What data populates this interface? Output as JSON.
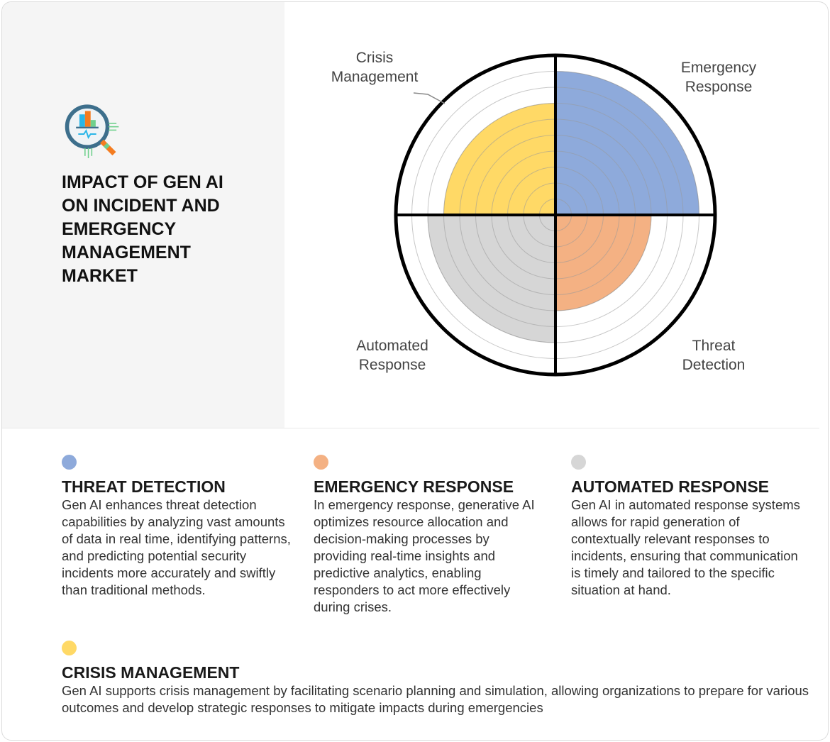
{
  "title": "IMPACT OF GEN AI ON INCIDENT AND EMERGENCY MANAGEMENT MARKET",
  "icon": "magnifier-chart-icon",
  "chart_data": {
    "type": "polar-area",
    "rmax": 10,
    "rings": 10,
    "grid": true,
    "segments": [
      {
        "label": "Emergency Response",
        "value": 9,
        "color": "#8eaadb",
        "quadrant": "top-right"
      },
      {
        "label": "Threat Detection",
        "value": 6,
        "color": "#f4b183",
        "quadrant": "bottom-right"
      },
      {
        "label": "Automated Response",
        "value": 8,
        "color": "#d6d6d6",
        "quadrant": "bottom-left"
      },
      {
        "label": "Crisis Management",
        "value": 7,
        "color": "#ffd966",
        "quadrant": "top-left"
      }
    ]
  },
  "labels": {
    "crisis": [
      "Crisis",
      "Management"
    ],
    "emergency": [
      "Emergency",
      "Response"
    ],
    "automated": [
      "Automated",
      "Response"
    ],
    "threat": [
      "Threat",
      "Detection"
    ]
  },
  "cards": [
    {
      "heading": "THREAT DETECTION",
      "color": "#8eaadb",
      "text": "Gen AI enhances threat detection capabilities by analyzing vast amounts of data in real time, identifying patterns, and predicting potential security incidents more accurately and swiftly than traditional methods."
    },
    {
      "heading": "EMERGENCY RESPONSE",
      "color": "#f4b183",
      "text": "In emergency response, generative AI optimizes resource allocation and decision-making processes by providing real-time insights and predictive analytics, enabling responders to act more effectively during crises."
    },
    {
      "heading": "AUTOMATED RESPONSE",
      "color": "#d6d6d6",
      "text": "Gen AI in automated response systems allows for rapid generation of contextually relevant responses to incidents, ensuring that communication is timely and tailored to the specific situation at hand."
    },
    {
      "heading": "CRISIS MANAGEMENT",
      "color": "#ffd966",
      "text": "Gen AI supports crisis management by facilitating scenario planning and simulation, allowing organizations to prepare for various outcomes and develop strategic responses to mitigate impacts during emergencies"
    }
  ]
}
